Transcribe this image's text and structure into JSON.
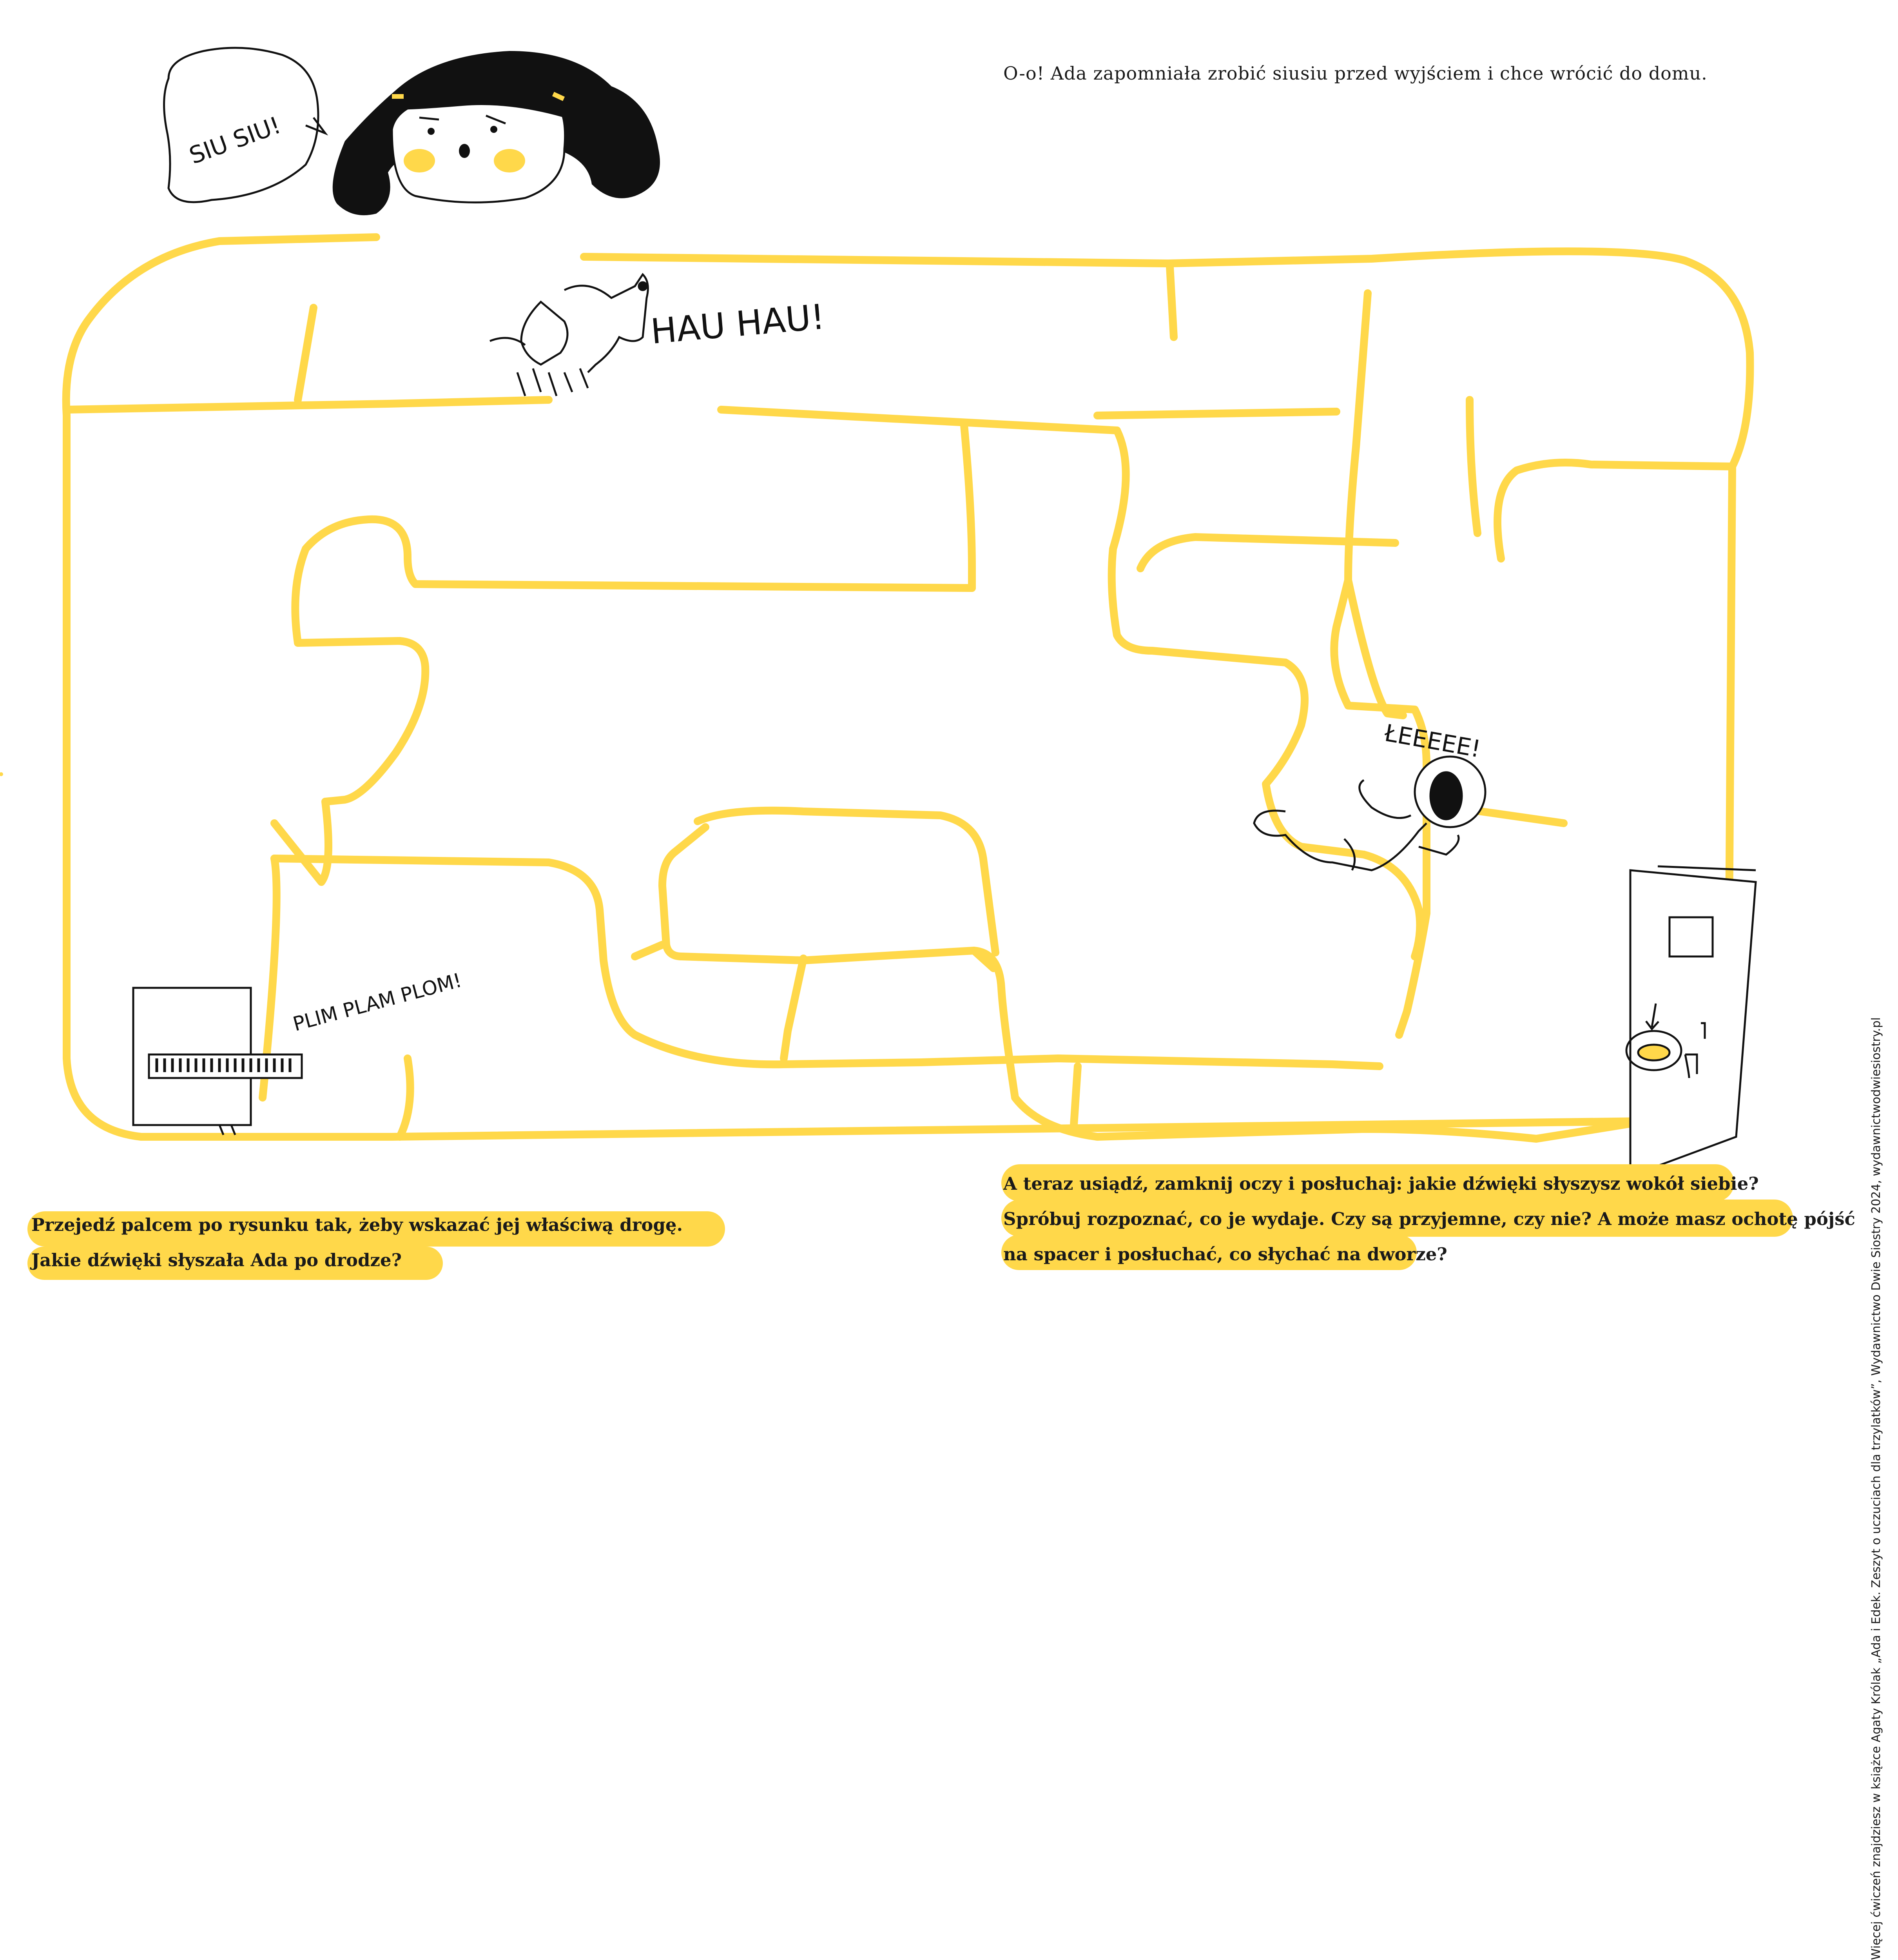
{
  "intro_text": "O-o! Ada zapomniała zrobić siusiu przed wyjściem i chce wrócić do domu.",
  "speech_bubble": "SIU SIU!",
  "dog_sound": "HAU HAU!",
  "baby_sound": "ŁEEEEE!",
  "piano_sound": "PLIM PLAM PLOM!",
  "instruction_left": {
    "line1": "Przejedź palcem po rysunku tak, żeby wskazać jej właściwą drogę.",
    "line2": "Jakie dźwięki słyszała Ada po drodze?"
  },
  "instruction_right": {
    "line1": "A teraz usiądź, zamknij oczy i posłuchaj: jakie dźwięki słyszysz wokół siebie?",
    "line2": "Spróbuj rozpoznać, co je wydaje. Czy są przyjemne, czy nie? A może masz ochotę pójść",
    "line3": "na spacer i posłuchać, co słychać na dworze?"
  },
  "side_credit": "Więcej ćwiczeń znajdziesz w książce Agaty Królak „Ada i Edek. Zeszyt o uczuciach dla trzylatków”, Wydawnictwo Dwie Siostry 2024, wydawnictwodwiesiostry.pl",
  "colors": {
    "maze": "#ffd84a",
    "highlight": "#ffd84a",
    "ink": "#111111"
  },
  "icons": [
    "girl-ada",
    "speech-bubble",
    "dog-icon",
    "baby-icon",
    "piano-icon",
    "door-icon",
    "toilet-icon"
  ]
}
